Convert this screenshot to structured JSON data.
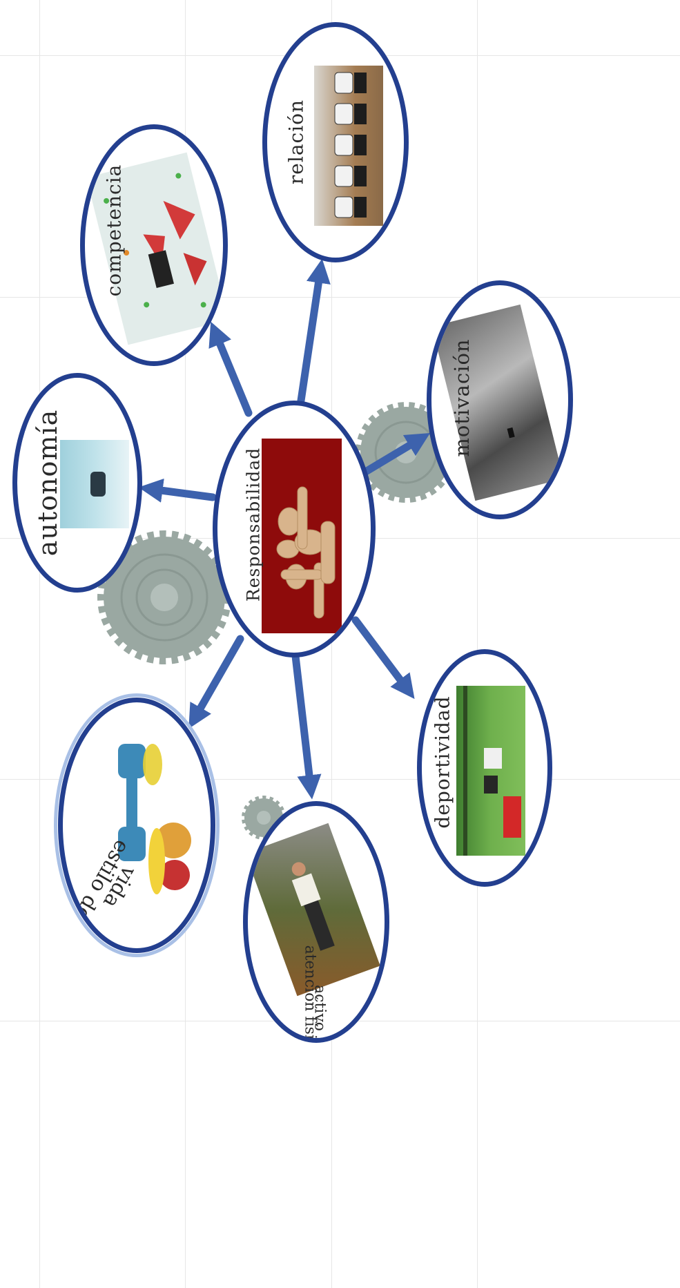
{
  "diagram": {
    "center": {
      "label": "Responsabilidad"
    },
    "nodes": [
      {
        "id": "autonomia",
        "label": "autonomía"
      },
      {
        "id": "competencia",
        "label": "competencia"
      },
      {
        "id": "relacion",
        "label": "relación"
      },
      {
        "id": "motivacion",
        "label": "motivación"
      },
      {
        "id": "deportividad",
        "label": "deportividad"
      },
      {
        "id": "atencion",
        "label_line1": "atención física",
        "label_line2": "activo"
      },
      {
        "id": "estilo",
        "label_line1": "estilo de",
        "label_line2": "vida"
      }
    ]
  },
  "colors": {
    "ring": "#233f8f",
    "arrow": "#3d62ad",
    "gear": "#9aa8a2",
    "grid": "#e6e6e6"
  }
}
